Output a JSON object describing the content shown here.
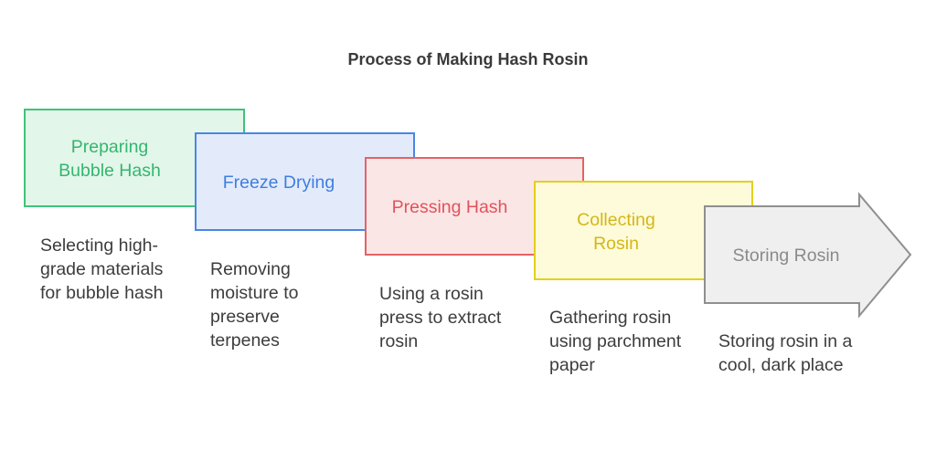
{
  "title": "Process of Making Hash Rosin",
  "steps": [
    {
      "label": "Preparing Bubble Hash",
      "description": "Selecting high-grade materials for bubble hash",
      "fill": "#e3f6ea",
      "stroke": "#3fc37a",
      "text_color": "#34b66f"
    },
    {
      "label": "Freeze Drying",
      "description": "Removing moisture to preserve terpenes",
      "fill": "#e3ebfb",
      "stroke": "#4a86e4",
      "text_color": "#3f7ee0"
    },
    {
      "label": "Pressing Hash",
      "description": "Using a rosin press to extract rosin",
      "fill": "#fbe6e6",
      "stroke": "#e46266",
      "text_color": "#e0535a"
    },
    {
      "label": "Collecting Rosin",
      "description": "Gathering rosin using parchment paper",
      "fill": "#fdfbd9",
      "stroke": "#e4cf1c",
      "text_color": "#d5b616"
    },
    {
      "label": "Storing Rosin",
      "description": "Storing rosin in a cool, dark place",
      "fill": "#efefef",
      "stroke": "#8f8f8f",
      "text_color": "#8a8a8a"
    }
  ]
}
